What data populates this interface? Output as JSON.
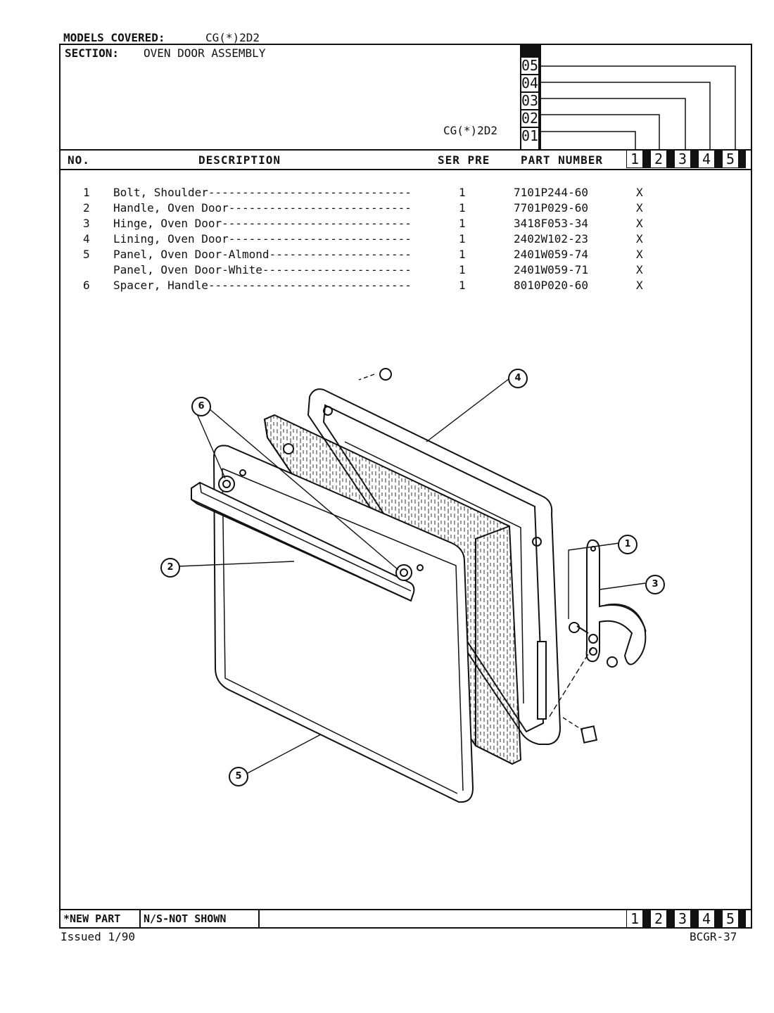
{
  "header": {
    "models_label": "MODELS COVERED:",
    "models_value": "CG(*)2D2",
    "section_label": "SECTION:",
    "section_value": "OVEN DOOR ASSEMBLY",
    "model_code": "CG(*)2D2",
    "series_codes": [
      "05",
      "04",
      "03",
      "02",
      "01"
    ]
  },
  "columns": {
    "no": "NO.",
    "description": "DESCRIPTION",
    "ser_pre": "SER PRE",
    "part_number": "PART NUMBER",
    "boxes": [
      "1",
      "2",
      "3",
      "4",
      "5"
    ]
  },
  "parts": [
    {
      "no": "1",
      "description": "Bolt, Shoulder------------------------------",
      "qty": "1",
      "part": "7101P244-60",
      "mark": "X"
    },
    {
      "no": "2",
      "description": "Handle, Oven Door---------------------------",
      "qty": "1",
      "part": "7701P029-60",
      "mark": "X"
    },
    {
      "no": "3",
      "description": "Hinge, Oven Door----------------------------",
      "qty": "1",
      "part": "3418F053-34",
      "mark": "X"
    },
    {
      "no": "4",
      "description": "Lining, Oven Door---------------------------",
      "qty": "1",
      "part": "2402W102-23",
      "mark": "X"
    },
    {
      "no": "5",
      "description": "Panel, Oven Door-Almond---------------------",
      "qty": "1",
      "part": "2401W059-74",
      "mark": "X"
    },
    {
      "no": "",
      "description": "Panel, Oven Door-White----------------------",
      "qty": "1",
      "part": "2401W059-71",
      "mark": "X"
    },
    {
      "no": "6",
      "description": "Spacer, Handle------------------------------",
      "qty": "1",
      "part": "8010P020-60",
      "mark": "X"
    }
  ],
  "diagram": {
    "callouts": [
      "1",
      "2",
      "3",
      "4",
      "5",
      "6"
    ]
  },
  "footer": {
    "new_part": "*NEW PART",
    "not_shown": "N/S-NOT SHOWN",
    "boxes": [
      "1",
      "2",
      "3",
      "4",
      "5"
    ],
    "issued": "Issued 1/90",
    "page_code": "BCGR-37"
  }
}
